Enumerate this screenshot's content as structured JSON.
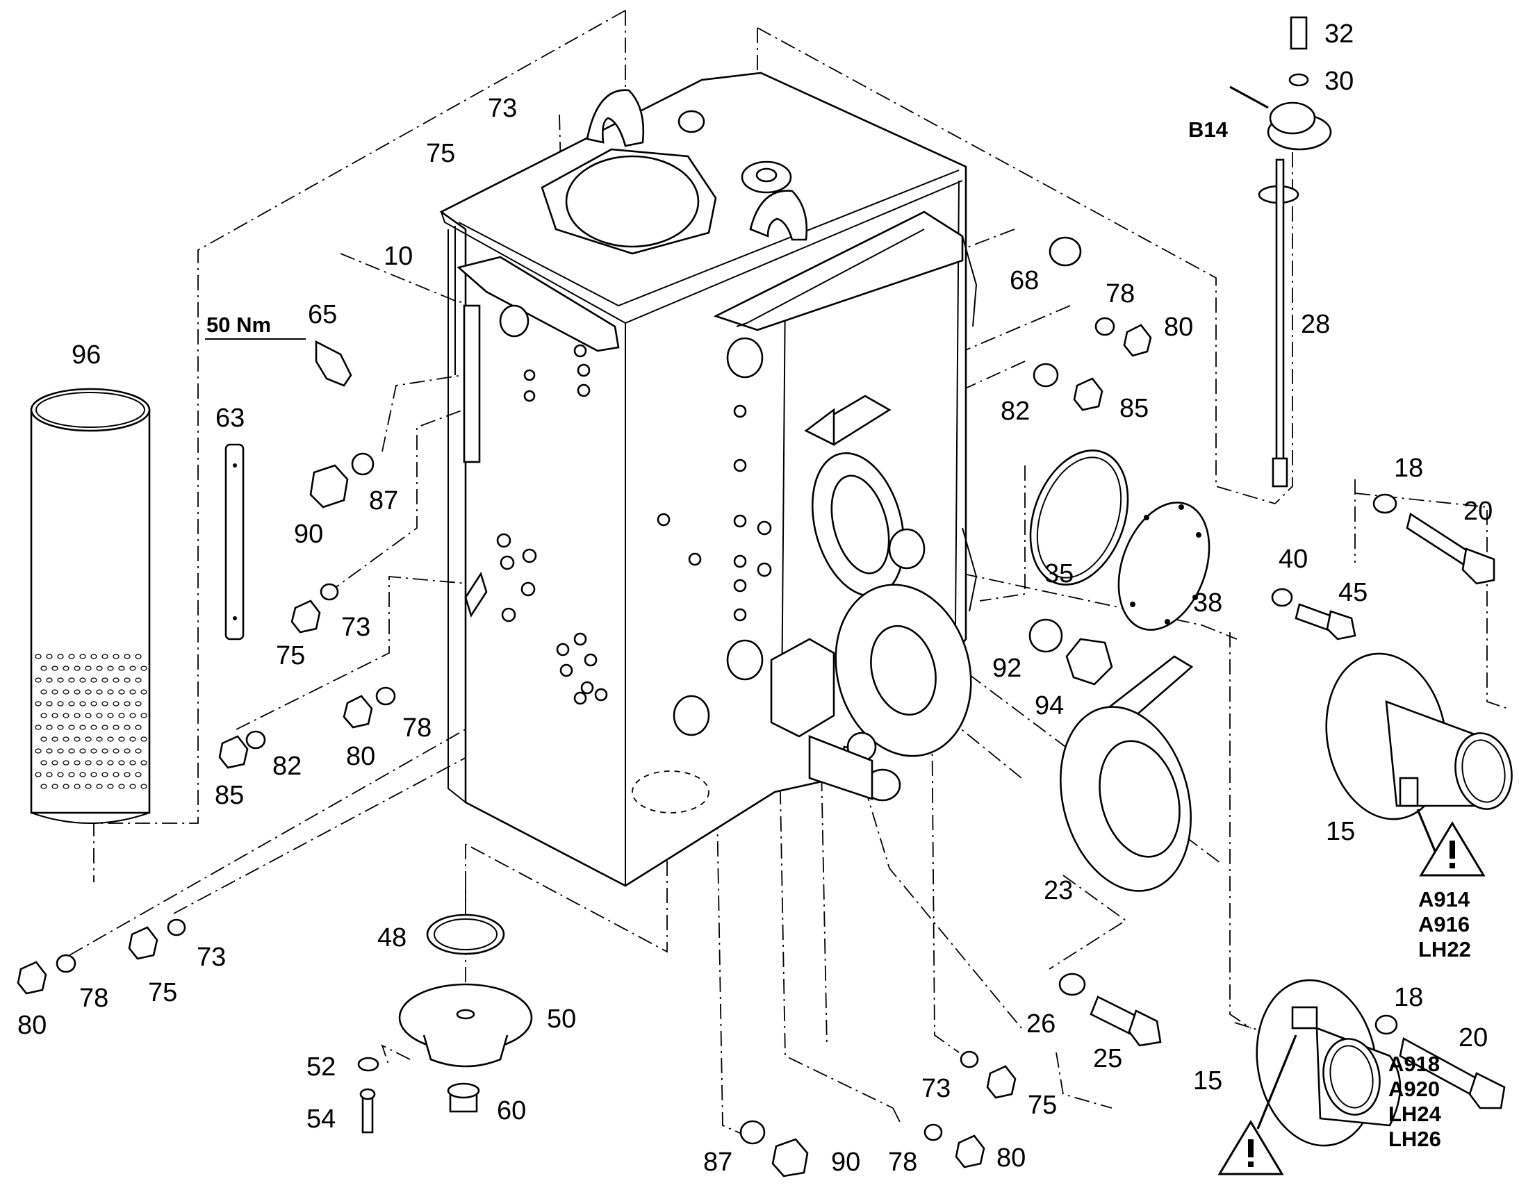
{
  "diagram": {
    "type": "exploded-parts-view",
    "labels": [
      {
        "id": "l96",
        "text": "96"
      },
      {
        "id": "l63",
        "text": "63"
      },
      {
        "id": "l50nm",
        "text": "50 Nm"
      },
      {
        "id": "l65",
        "text": "65"
      },
      {
        "id": "l10",
        "text": "10"
      },
      {
        "id": "l73a",
        "text": "73"
      },
      {
        "id": "l75a",
        "text": "75"
      },
      {
        "id": "l87a",
        "text": "87"
      },
      {
        "id": "l90a",
        "text": "90"
      },
      {
        "id": "l75b",
        "text": "75"
      },
      {
        "id": "l73b",
        "text": "73"
      },
      {
        "id": "l85a",
        "text": "85"
      },
      {
        "id": "l82a",
        "text": "82"
      },
      {
        "id": "l80a",
        "text": "80"
      },
      {
        "id": "l78a",
        "text": "78"
      },
      {
        "id": "l68",
        "text": "68"
      },
      {
        "id": "l78b",
        "text": "78"
      },
      {
        "id": "l80b",
        "text": "80"
      },
      {
        "id": "l82b",
        "text": "82"
      },
      {
        "id": "l85b",
        "text": "85"
      },
      {
        "id": "l32",
        "text": "32"
      },
      {
        "id": "l30",
        "text": "30"
      },
      {
        "id": "lB14",
        "text": "B14"
      },
      {
        "id": "l28",
        "text": "28"
      },
      {
        "id": "l35",
        "text": "35"
      },
      {
        "id": "l38",
        "text": "38"
      },
      {
        "id": "l18a",
        "text": "18"
      },
      {
        "id": "l20a",
        "text": "20"
      },
      {
        "id": "l40",
        "text": "40"
      },
      {
        "id": "l45",
        "text": "45"
      },
      {
        "id": "l92",
        "text": "92"
      },
      {
        "id": "l94",
        "text": "94"
      },
      {
        "id": "l15a",
        "text": "15"
      },
      {
        "id": "l23",
        "text": "23"
      },
      {
        "id": "l80c",
        "text": "80"
      },
      {
        "id": "l78c",
        "text": "78"
      },
      {
        "id": "l75c",
        "text": "75"
      },
      {
        "id": "l73c",
        "text": "73"
      },
      {
        "id": "l48",
        "text": "48"
      },
      {
        "id": "l50",
        "text": "50"
      },
      {
        "id": "l52",
        "text": "52"
      },
      {
        "id": "l54",
        "text": "54"
      },
      {
        "id": "l60",
        "text": "60"
      },
      {
        "id": "l26",
        "text": "26"
      },
      {
        "id": "l25",
        "text": "25"
      },
      {
        "id": "l73d",
        "text": "73"
      },
      {
        "id": "l75d",
        "text": "75"
      },
      {
        "id": "l87b",
        "text": "87"
      },
      {
        "id": "l90b",
        "text": "90"
      },
      {
        "id": "l78d",
        "text": "78"
      },
      {
        "id": "l80d",
        "text": "80"
      },
      {
        "id": "l18b",
        "text": "18"
      },
      {
        "id": "l20b",
        "text": "20"
      },
      {
        "id": "l15b",
        "text": "15"
      }
    ],
    "variant_groups": {
      "upper": [
        "A914",
        "A916",
        "LH22"
      ],
      "lower": [
        "A918",
        "A920",
        "LH24",
        "LH26"
      ]
    },
    "warning_symbol": "warning-triangle-icon"
  }
}
